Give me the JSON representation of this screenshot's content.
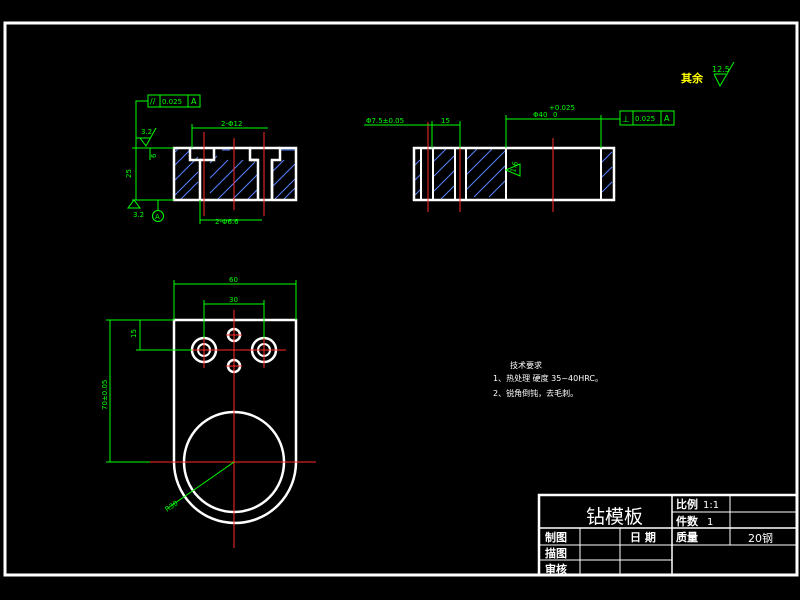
{
  "colors": {
    "background": "#000000",
    "outline": "#ffffff",
    "center_line": "#ff2a2a",
    "dimension": "#00ff00",
    "hatch": "#5a82ff",
    "annotation": "#ffff00"
  },
  "roughness": {
    "other_label": "其余",
    "other_value": "12.5",
    "datum_surface_value": "3.2",
    "side_surface_value": "3.2",
    "bore_value": "1.6"
  },
  "front_view": {
    "parallelism_symbol": "//",
    "parallelism_tol": "0.025",
    "parallelism_datum": "A",
    "holes_top_label": "2-Φ12",
    "holes_bottom_label": "2-Φ6.6",
    "height_dim": "25",
    "counterbore_depth": "6",
    "datum_label": "A"
  },
  "side_view": {
    "left_dim": "Φ7.5±0.05",
    "mid_dim": "15",
    "bore_dim": "Φ40",
    "bore_tol_upper": "+0.025",
    "bore_tol_lower": "0",
    "perpendicular_symbol": "⊥",
    "perpendicular_tol": "0.025",
    "perpendicular_datum": "A"
  },
  "top_view": {
    "width_dim": "60",
    "hole_spacing_dim": "30",
    "offset_dim": "15",
    "length_dim": "70±0.05",
    "radius_dim": "R30"
  },
  "notes": {
    "heading": "技术要求",
    "line1": "1、热处理 硬度 35~40HRC。",
    "line2": "2、锐角倒钝，去毛刺。"
  },
  "title_block": {
    "part_name": "钻模板",
    "scale_label": "比例",
    "scale_value": "1:1",
    "qty_label": "件数",
    "qty_value": "1",
    "drawn_label": "制图",
    "traced_label": "描图",
    "checked_label": "审核",
    "date_label": "日  期",
    "mass_label": "质量",
    "material_value": "20钢"
  }
}
